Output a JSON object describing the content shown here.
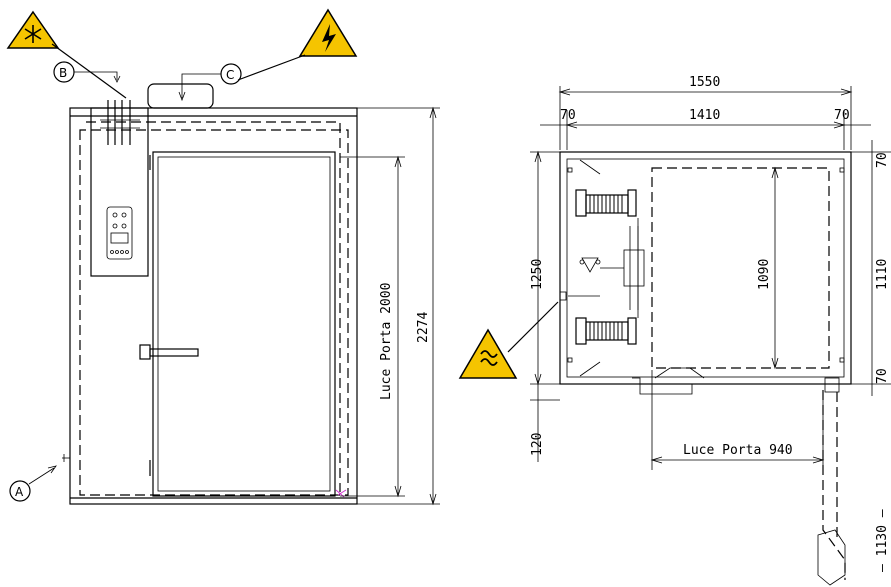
{
  "callouts": {
    "a": "A",
    "b": "B",
    "c": "C"
  },
  "front_view": {
    "door_clear_height": "Luce Porta 2000",
    "overall_height": "2274"
  },
  "plan_view": {
    "overall_width": "1550",
    "inner_width": "1410",
    "wall_left": "70",
    "wall_right": "70",
    "wall_top": "70",
    "wall_bottom": "70",
    "depth_outer": "1250",
    "depth_inner": "1110",
    "evaporator_depth": "1090",
    "door_clear_width": "Luce Porta 940",
    "threshold": "120",
    "door_swing": "– 1130 –"
  },
  "warning_signs": [
    {
      "name": "refrigeration",
      "symbol": "snowflake"
    },
    {
      "name": "electrical",
      "symbol": "lightning"
    },
    {
      "name": "drain",
      "symbol": "water"
    }
  ],
  "colors": {
    "sign_fill": "#f5c400",
    "line": "#000000",
    "accent": "#cc33cc"
  }
}
